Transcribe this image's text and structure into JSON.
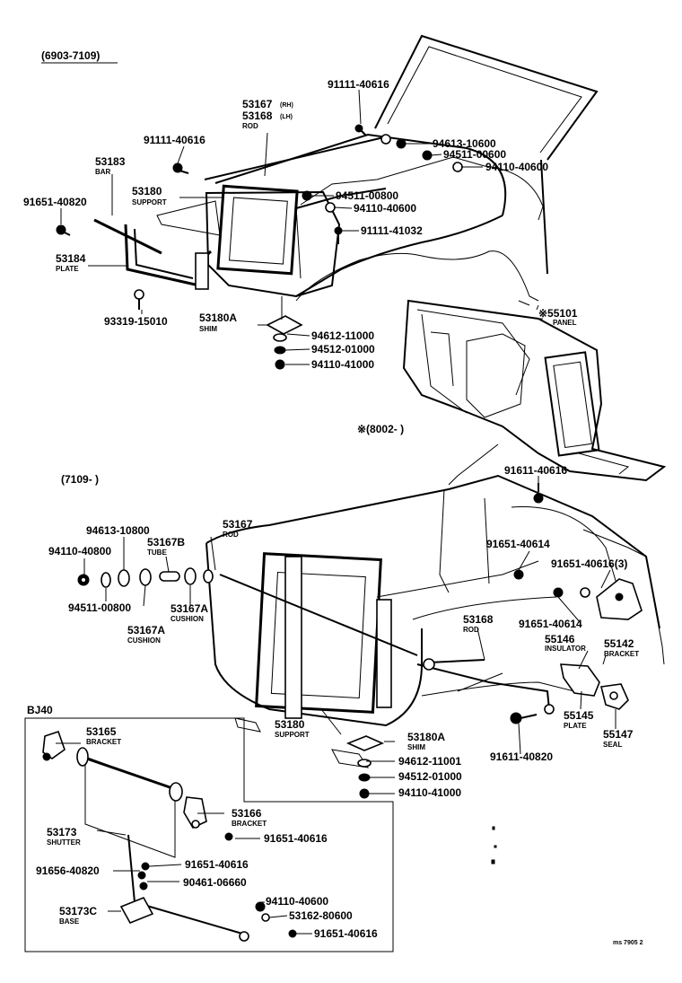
{
  "sections": {
    "top_range": "(6903-7109)",
    "mid_range": "(7109-     )",
    "panel_range": "※(8002-       )",
    "bj40": "BJ40"
  },
  "parts": {
    "p91111_40616_a": "91111-40616",
    "p53167_top": "53167",
    "p53167_top_note": "(RH)",
    "p53168_top": "53168",
    "p53168_top_note": "(LH)",
    "rod_top": "ROD",
    "p91111_40616_b": "91111-40616",
    "p94613_10600": "94613-10600",
    "p94511_00600_a": "94511-00600",
    "p94110_40600_a": "94110-40600",
    "p53183": "53183",
    "bar": "BAR",
    "p53180_top": "53180",
    "support_top": "SUPPORT",
    "p91651_40820": "91651-40820",
    "p94511_00800_top": "94511-00800",
    "p94110_40600_b": "94110-40600",
    "p91111_41032": "91111-41032",
    "p53184": "53184",
    "plate_top": "PLATE",
    "p93319_15010": "93319-15010",
    "p53180A_top": "53180A",
    "shim_top": "SHIM",
    "p94612_11000": "94612-11000",
    "p94512_01000": "94512-01000",
    "p94110_41000_top": "94110-41000",
    "p55101": "※55101",
    "panel": "PANEL",
    "p91611_40616": "91611-40616",
    "p94613_10800": "94613-10800",
    "p94110_40800": "94110-40800",
    "p53167B": "53167B",
    "tube": "TUBE",
    "p53167_mid": "53167",
    "rod_mid": "ROD",
    "p91651_40614_a": "91651-40614",
    "p91651_40616_i3": "91651-40616(3)",
    "p94511_00800_mid": "94511-00800",
    "p53167A_a": "53167A",
    "cushion_a": "CUSHION",
    "p53167A_b": "53167A",
    "cushion_b": "CUSHION",
    "p91651_40614_b": "91651-40614",
    "p53168_mid": "53168",
    "rod_mid2": "ROD",
    "p55146": "55146",
    "insulator": "INSULATOR",
    "p55142": "55142",
    "bracket_55142": "BRACKET",
    "p53165": "53165",
    "bracket_53165": "BRACKET",
    "p53180_mid": "53180",
    "support_mid": "SUPPORT",
    "p53180A_mid": "53180A",
    "shim_mid": "SHIM",
    "p55145": "55145",
    "plate_55145": "PLATE",
    "p55147": "55147",
    "seal": "SEAL",
    "p91611_40820": "91611-40820",
    "p94612_11001": "94612-11001",
    "p94512_01000_mid": "94512-01000",
    "p94110_41000_mid": "94110-41000",
    "p53166": "53166",
    "bracket_53166": "BRACKET",
    "p53173": "53173",
    "shutter": "SHUTTER",
    "p91651_40616_a": "91651-40616",
    "p91656_40820": "91656-40820",
    "p91651_40616_b": "91651-40616",
    "p90461_06660": "90461-06660",
    "p94110_40600_c": "94110-40600",
    "p53173C": "53173C",
    "base": "BASE",
    "p53162_80600": "53162-80600",
    "p91651_40616_c": "91651-40616"
  },
  "footer": {
    "code": "ms 7905 2"
  },
  "icons": [
    "bolt-icon",
    "nut-icon",
    "washer-icon",
    "grommet-icon"
  ]
}
